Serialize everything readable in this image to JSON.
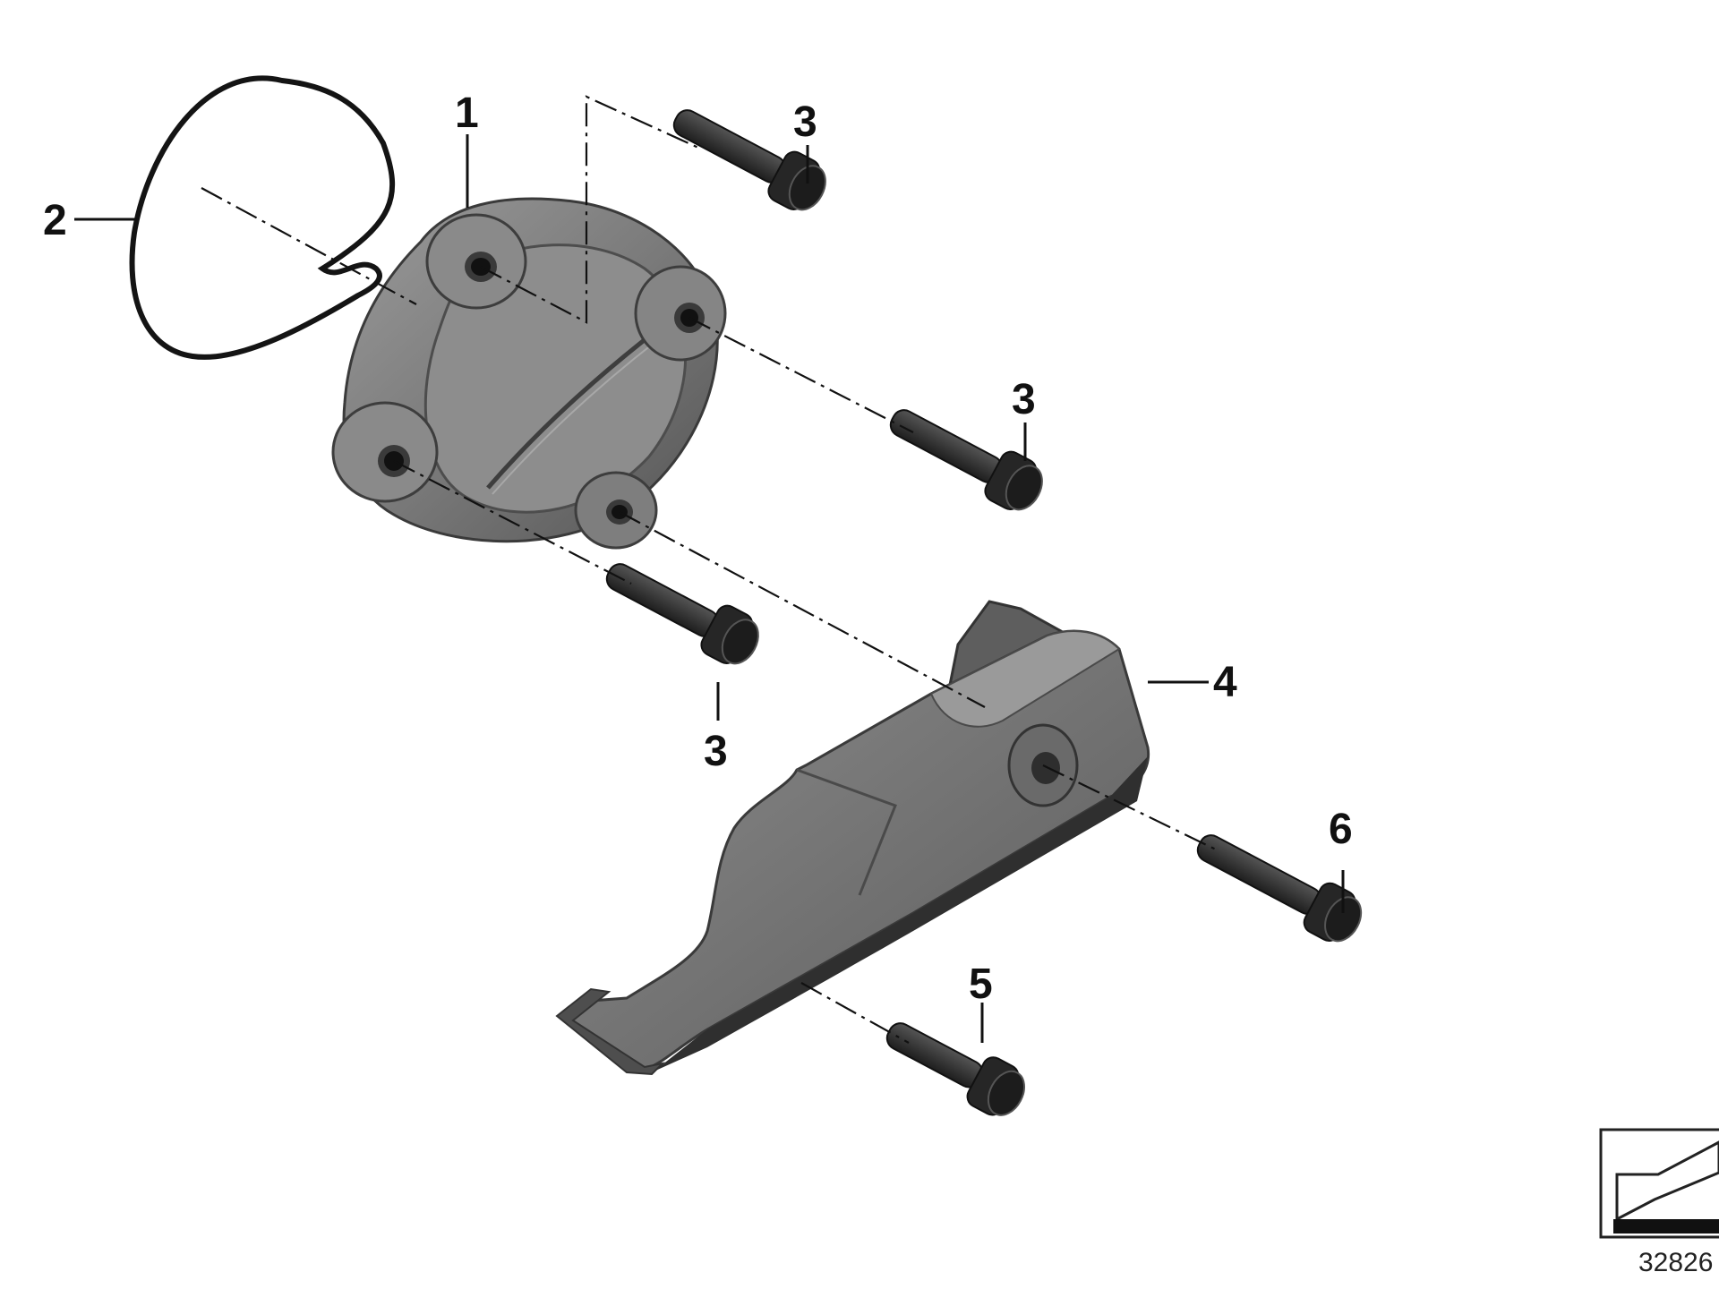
{
  "diagram": {
    "callouts": {
      "cover": "1",
      "seal_ring": "2",
      "bolt_top": "3",
      "bolt_right": "3",
      "bolt_lower": "3",
      "bracket": "4",
      "bolt_bottom": "5",
      "bolt_bracket": "6"
    },
    "document_number": "32826"
  },
  "colors": {
    "part_fill": "#7d7d7d",
    "part_dark": "#4a4a4a",
    "bolt_fill": "#2a2a2a",
    "line": "#111111"
  }
}
